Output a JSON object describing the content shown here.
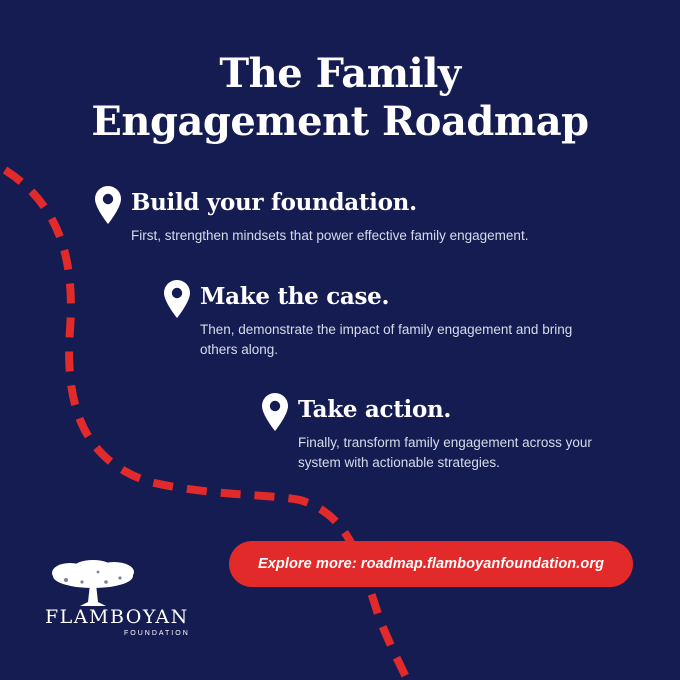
{
  "title": {
    "line1": "The Family",
    "line2": "Engagement Roadmap"
  },
  "steps": [
    {
      "heading": "Build your foundation.",
      "body": "First, strengthen mindsets that power effective family engagement."
    },
    {
      "heading": "Make the case.",
      "body": "Then, demonstrate the impact of family engagement and bring others along."
    },
    {
      "heading": "Take action.",
      "body": "Finally, transform family engagement across your system with actionable strategies."
    }
  ],
  "cta": {
    "label": "Explore more: roadmap.flamboyanfoundation.org"
  },
  "logo": {
    "name": "FLAMBOYAN",
    "subtitle": "FOUNDATION",
    "icon": "tree-icon"
  },
  "colors": {
    "background": "#141c52",
    "accent": "#e32a2a",
    "text": "#ffffff"
  },
  "icons": {
    "step_marker": "map-pin-icon"
  }
}
